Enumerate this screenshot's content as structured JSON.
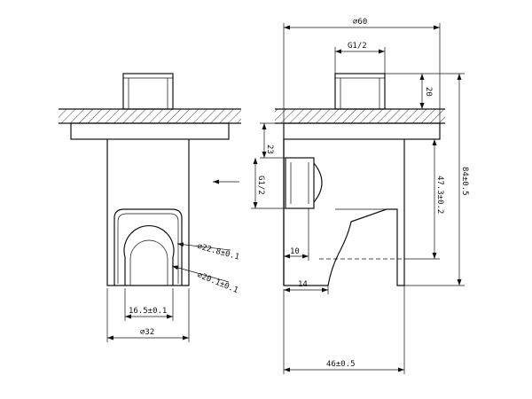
{
  "dimensions": {
    "dia_60": "⌀60",
    "g_half_top": "G1/2",
    "h_20": "20",
    "d_84": "84±0.5",
    "d_47_3": "47.3±0.2",
    "h_23": "23",
    "g_half_side": "G1/2",
    "w_10": "10",
    "w_14": "14",
    "w_46": "46±0.5",
    "r_22_8": "⌀22.8±0.1",
    "r_20_1": "⌀20.1±0.1",
    "w_16_5": "16.5±0.1",
    "dia_32": "⌀32"
  },
  "colors": {
    "stroke": "#111111",
    "background": "#ffffff"
  }
}
